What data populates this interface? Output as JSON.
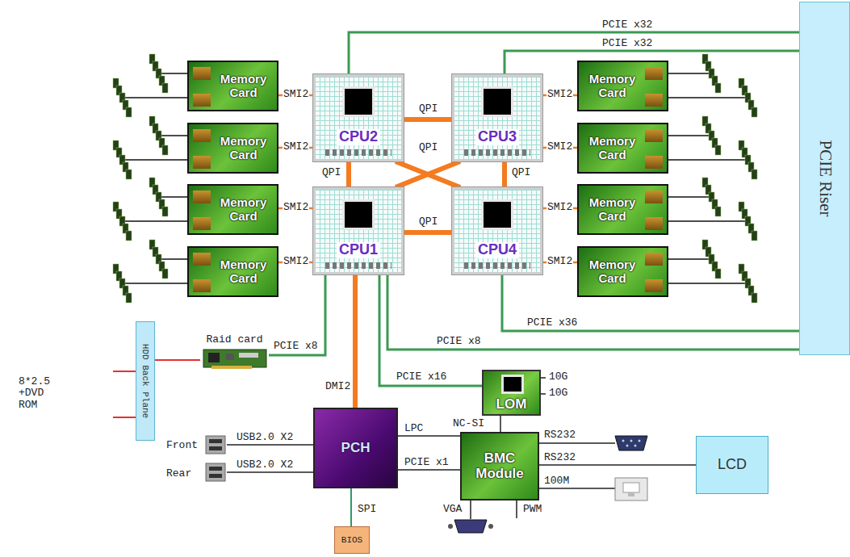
{
  "diagram": {
    "nodes": [
      {
        "text": [
          "Memory Card"
        ]
      },
      {
        "text": [
          "Memory Card"
        ]
      },
      {
        "text": [
          "Memory Card"
        ]
      },
      {
        "text": [
          "Memory Card"
        ]
      },
      {
        "text": [
          "CPU2"
        ]
      },
      {
        "text": [
          "CPU3"
        ]
      },
      {
        "text": [
          "CPU1"
        ]
      },
      {
        "text": [
          "CPU4"
        ]
      },
      {
        "text": [
          "Memory Card"
        ]
      },
      {
        "text": [
          "Memory Card"
        ]
      },
      {
        "text": [
          "Memory Card"
        ]
      },
      {
        "text": [
          "Memory Card"
        ]
      },
      {
        "text": [
          "PCIE Riser"
        ]
      },
      {
        "text": [
          "Raid card"
        ]
      },
      {
        "text": [
          "HDD Back Plane"
        ]
      },
      {
        "text": [
          "LOM"
        ]
      },
      {
        "text": [
          "PCH"
        ]
      },
      {
        "text": [
          "BMC Module"
        ]
      },
      {
        "text": [
          "BIOS"
        ]
      },
      {
        "text": [
          "LCD"
        ]
      }
    ],
    "edges": [
      {
        "from": 0,
        "to": 4,
        "label": "SMI2",
        "arrow": "none"
      },
      {
        "from": 1,
        "to": 4,
        "label": "SMI2",
        "arrow": "none"
      },
      {
        "from": 2,
        "to": 6,
        "label": "SMI2",
        "arrow": "none"
      },
      {
        "from": 3,
        "to": 6,
        "label": "SMI2",
        "arrow": "none"
      },
      {
        "from": 8,
        "to": 5,
        "label": "SMI2",
        "arrow": "none"
      },
      {
        "from": 9,
        "to": 5,
        "label": "SMI2",
        "arrow": "none"
      },
      {
        "from": 10,
        "to": 7,
        "label": "SMI2",
        "arrow": "none"
      },
      {
        "from": 11,
        "to": 7,
        "label": "SMI2",
        "arrow": "none"
      },
      {
        "from": 4,
        "to": 5,
        "label": "QPI",
        "arrow": "none"
      },
      {
        "from": 4,
        "to": 6,
        "label": "QPI",
        "arrow": "none"
      },
      {
        "from": 4,
        "to": 7,
        "label": "QPI",
        "arrow": "none"
      },
      {
        "from": 5,
        "to": 6,
        "arrow": "none"
      },
      {
        "from": 5,
        "to": 7,
        "label": "QPI",
        "arrow": "none"
      },
      {
        "from": 6,
        "to": 7,
        "label": "QPI",
        "arrow": "none"
      },
      {
        "from": 4,
        "to": 12,
        "label": "PCIE x32",
        "arrow": "none"
      },
      {
        "from": 5,
        "to": 12,
        "label": "PCIE x32",
        "arrow": "none"
      },
      {
        "from": 7,
        "to": 12,
        "label": "PCIE x36",
        "arrow": "none"
      },
      {
        "from": 6,
        "to": 12,
        "label": "PCIE x8",
        "arrow": "none"
      },
      {
        "from": 6,
        "to": 13,
        "label": "PCIE x8",
        "arrow": "none"
      },
      {
        "from": 6,
        "to": 15,
        "label": "PCIE x16",
        "arrow": "none"
      },
      {
        "from": 6,
        "to": 16,
        "label": "DMI2",
        "arrow": "none"
      },
      {
        "from": 16,
        "to": 17,
        "label": "LPC",
        "arrow": "none"
      },
      {
        "from": 16,
        "to": 17,
        "label": "PCIE x1",
        "arrow": "none"
      },
      {
        "from": 15,
        "to": 17,
        "label": "NC-SI",
        "arrow": "none"
      },
      {
        "from": 16,
        "to": 18,
        "label": "SPI",
        "arrow": "none"
      },
      {
        "from": 17,
        "to": 19,
        "label": "RS232",
        "arrow": "none"
      },
      {
        "from": 14,
        "to": 13,
        "arrow": "none"
      }
    ],
    "labels": [
      "8*2.5 +DVD ROM",
      "Front",
      "USB2.0 X2",
      "Rear",
      "USB2.0 X2",
      "10G",
      "10G",
      "RS232",
      "100M",
      "VGA",
      "PWM"
    ]
  }
}
